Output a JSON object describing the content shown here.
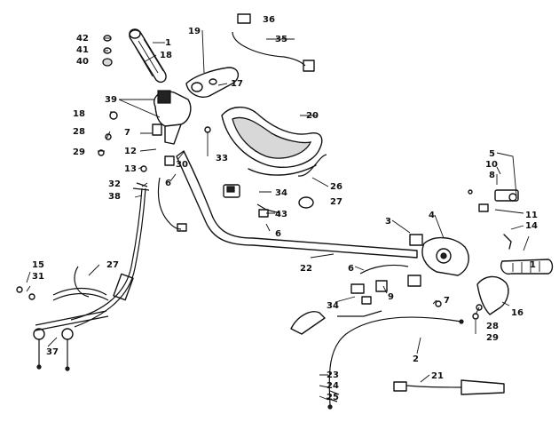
{
  "callouts": [
    "1",
    "1",
    "2",
    "3",
    "4",
    "5",
    "6",
    "6",
    "6",
    "7",
    "7",
    "8",
    "9",
    "10",
    "11",
    "12",
    "13",
    "14",
    "15",
    "16",
    "17",
    "18",
    "18",
    "19",
    "20",
    "21",
    "22",
    "23",
    "24",
    "25",
    "26",
    "27",
    "27",
    "28",
    "28",
    "29",
    "29",
    "30",
    "31",
    "32",
    "33",
    "34",
    "34",
    "35",
    "36",
    "37",
    "38",
    "39",
    "40",
    "41",
    "42",
    "43"
  ],
  "colors": {
    "line": "#111111",
    "background": "#ffffff"
  }
}
